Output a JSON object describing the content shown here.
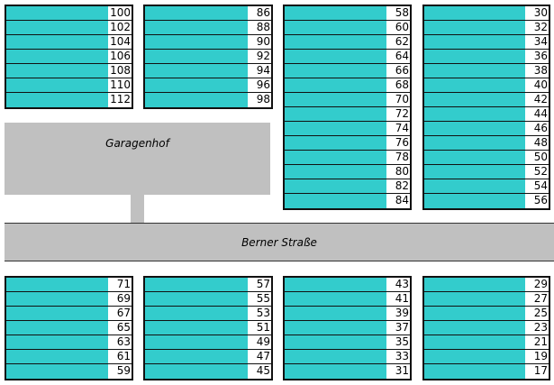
{
  "colors": {
    "garage": "#33cccc",
    "area": "#c0c0c0",
    "border": "#111111"
  },
  "garagenhof": {
    "label": "Garagenhof"
  },
  "street": {
    "label": "Berner Straße"
  },
  "blocks": [
    {
      "id": "top-1",
      "numbers": [
        "100",
        "102",
        "104",
        "106",
        "108",
        "110",
        "112"
      ]
    },
    {
      "id": "top-2",
      "numbers": [
        "86",
        "88",
        "90",
        "92",
        "94",
        "96",
        "98"
      ]
    },
    {
      "id": "top-3",
      "numbers": [
        "58",
        "60",
        "62",
        "64",
        "66",
        "68",
        "70",
        "72",
        "74",
        "76",
        "78",
        "80",
        "82",
        "84"
      ]
    },
    {
      "id": "top-4",
      "numbers": [
        "30",
        "32",
        "34",
        "36",
        "38",
        "40",
        "42",
        "44",
        "46",
        "48",
        "50",
        "52",
        "54",
        "56"
      ]
    },
    {
      "id": "bottom-1",
      "numbers": [
        "71",
        "69",
        "67",
        "65",
        "63",
        "61",
        "59"
      ]
    },
    {
      "id": "bottom-2",
      "numbers": [
        "57",
        "55",
        "53",
        "51",
        "49",
        "47",
        "45"
      ]
    },
    {
      "id": "bottom-3",
      "numbers": [
        "43",
        "41",
        "39",
        "37",
        "35",
        "33",
        "31"
      ]
    },
    {
      "id": "bottom-4",
      "numbers": [
        "29",
        "27",
        "25",
        "23",
        "21",
        "19",
        "17"
      ]
    }
  ]
}
